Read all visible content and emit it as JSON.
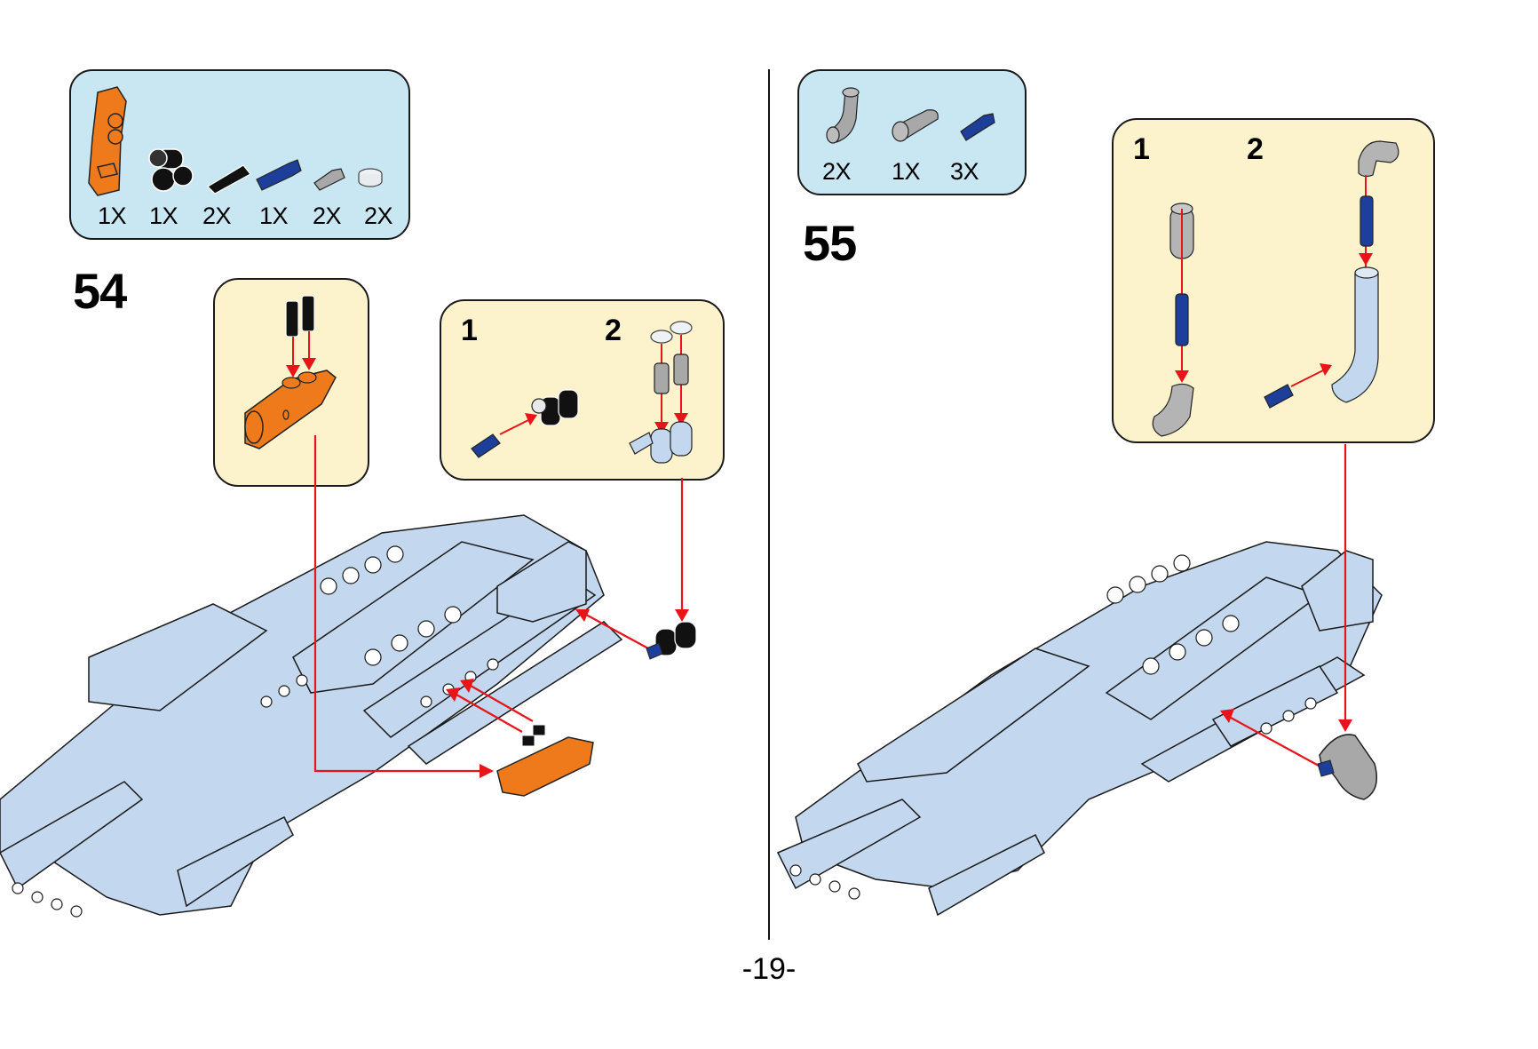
{
  "page": {
    "number_label": "-19-"
  },
  "colors": {
    "parts_box_bg": "#c9e6f3",
    "sub_box_bg": "#fcf2cb",
    "arrow": "#e8141a",
    "model_fill": "#c3d7ee",
    "orange": "#ee7a1b",
    "blue": "#1d3f9a",
    "grey": "#a8a8a8"
  },
  "steps": [
    {
      "number": "54",
      "parts": [
        {
          "icon": "orange-panel-icon",
          "qty": "1X"
        },
        {
          "icon": "black-connector-icon",
          "qty": "1X"
        },
        {
          "icon": "black-pin-icon",
          "qty": "2X"
        },
        {
          "icon": "blue-axle-pin-icon",
          "qty": "1X"
        },
        {
          "icon": "grey-half-pin-icon",
          "qty": "2X"
        },
        {
          "icon": "clear-round-tile-icon",
          "qty": "2X"
        }
      ],
      "sub_assemblies": [
        {
          "label_1": "",
          "label_2": ""
        },
        {
          "label_1": "1",
          "label_2": "2"
        }
      ]
    },
    {
      "number": "55",
      "parts": [
        {
          "icon": "grey-bent-tube-icon",
          "qty": "2X"
        },
        {
          "icon": "grey-tube-icon",
          "qty": "1X"
        },
        {
          "icon": "blue-axle-pin-icon",
          "qty": "3X"
        }
      ],
      "sub_assemblies": [
        {
          "label_1": "1",
          "label_2": "2"
        }
      ]
    }
  ]
}
